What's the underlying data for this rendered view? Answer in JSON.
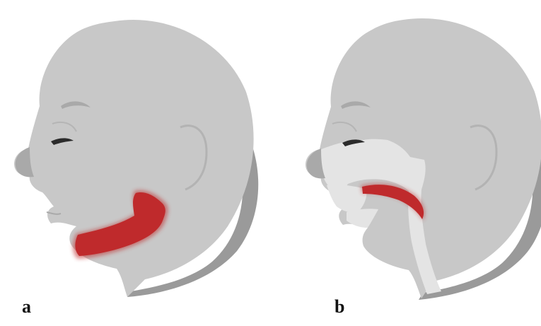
{
  "figure": {
    "panels": [
      {
        "id": "a",
        "label": "a"
      },
      {
        "id": "b",
        "label": "b"
      }
    ]
  },
  "colors": {
    "head_fill": "#c8c8c8",
    "head_shadow": "#9a9a9a",
    "head_back_shadow": "#8e8e8e",
    "feature_line": "#a9a9a9",
    "eye": "#2b2b2b",
    "cavity_fill": "#e4e4e4",
    "highlight_red": "#bf2a2c",
    "label_text": "#111111"
  },
  "icons": [
    "head-profile-a",
    "head-profile-b",
    "mandible-highlight",
    "tongue-highlight"
  ]
}
